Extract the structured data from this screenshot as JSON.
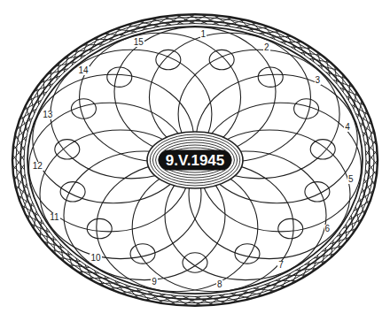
{
  "diagram": {
    "nodes": [
      {
        "text": [
          "9.V.1945"
        ]
      }
    ],
    "labels": [
      "1",
      "2",
      "3",
      "4",
      "5",
      "6",
      "7",
      "8",
      "9",
      "10",
      "11",
      "12",
      "13",
      "14",
      "15"
    ]
  }
}
